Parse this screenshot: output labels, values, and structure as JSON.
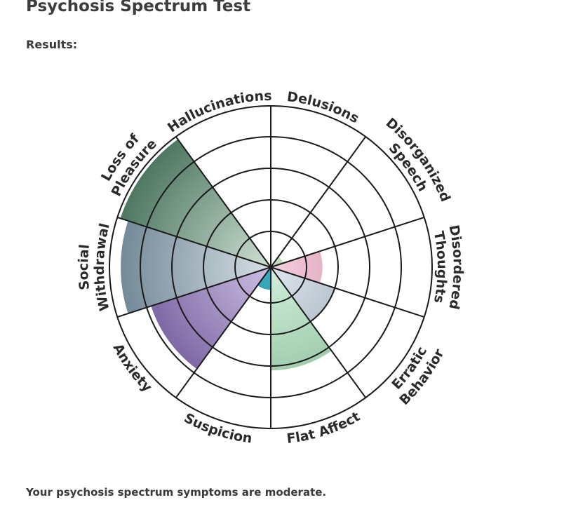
{
  "header": {
    "title": "Psychosis Spectrum Test",
    "results_label": "Results:"
  },
  "summary": "Your psychosis spectrum symptoms are moderate.",
  "chart_data": {
    "type": "polar-area",
    "scale_max": 5,
    "rings": [
      1,
      2,
      3,
      4,
      5
    ],
    "categories": [
      {
        "lines": [
          "Delusions"
        ],
        "value": 0,
        "color_outer": "#7fa88a",
        "color_inner": "#c8dcc6"
      },
      {
        "lines": [
          "Disorganized",
          "Speech"
        ],
        "value": 0.4,
        "color_outer": "#9fc09a",
        "color_inner": "#c6dcc0"
      },
      {
        "lines": [
          "Disordered",
          "Thoughts"
        ],
        "value": 1.6,
        "color_outer": "#c27896",
        "color_inner": "#f6d0df"
      },
      {
        "lines": [
          "Erratic",
          "Behavior"
        ],
        "value": 2.1,
        "color_outer": "#8798a8",
        "color_inner": "#e0e7ee"
      },
      {
        "lines": [
          "Flat Affect"
        ],
        "value": 3.2,
        "color_outer": "#86b995",
        "color_inner": "#d2f0dc"
      },
      {
        "lines": [
          "Suspicion"
        ],
        "value": 0.7,
        "color_outer": "#0f7f96",
        "color_inner": "#3aaabe"
      },
      {
        "lines": [
          "Anxiety"
        ],
        "value": 3.9,
        "color_outer": "#6a5194",
        "color_inner": "#cdbfe4"
      },
      {
        "lines": [
          "Social",
          "Withdrawal"
        ],
        "value": 4.65,
        "color_outer": "#6d8493",
        "color_inner": "#d6dfe5"
      },
      {
        "lines": [
          "Loss of",
          "Pleasure"
        ],
        "value": 4.9,
        "color_outer": "#4c7560",
        "color_inner": "#cfe0d4"
      },
      {
        "lines": [
          "Hallucinations"
        ],
        "value": 0,
        "color_outer": "#4c7560",
        "color_inner": "#cfe0d4"
      }
    ]
  }
}
